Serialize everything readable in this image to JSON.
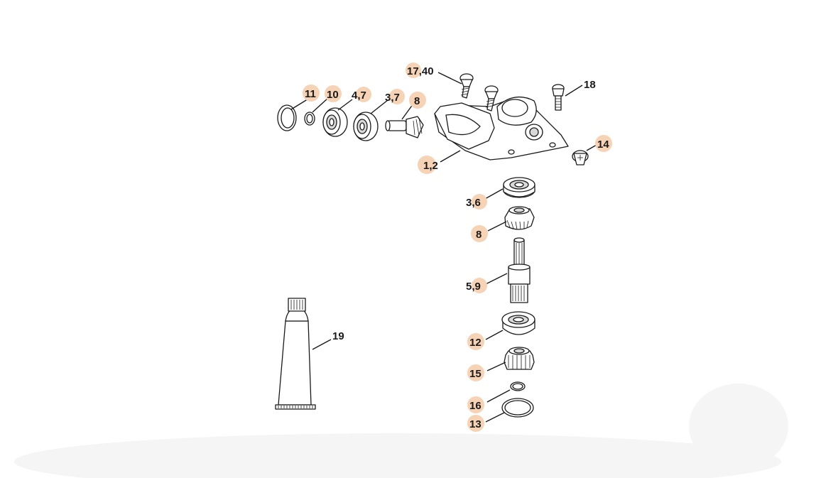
{
  "colors": {
    "callout_highlight": "#f7d3b6",
    "line": "#1a1a1a",
    "background": "#ffffff"
  },
  "callouts": {
    "c_17_40": {
      "hl": "17",
      "sep": ",",
      "rest": "40"
    },
    "c_18": {
      "hl": "",
      "sep": "",
      "rest": "18"
    },
    "c_11": {
      "hl": "11",
      "sep": "",
      "rest": ""
    },
    "c_10": {
      "hl": "10",
      "sep": "",
      "rest": ""
    },
    "c_4_7": {
      "hl": "4",
      "sep": ",",
      "rest": "7"
    },
    "c_3_7": {
      "hl": "3",
      "sep": ",",
      "rest": "7"
    },
    "c_8_top": {
      "hl": "8",
      "sep": "",
      "rest": ""
    },
    "c_1_2": {
      "hl": "1",
      "sep": ",",
      "rest": "2"
    },
    "c_14": {
      "hl": "14",
      "sep": "",
      "rest": ""
    },
    "c_3_6": {
      "hl": "3",
      "sep": ",",
      "rest": "6"
    },
    "c_8": {
      "hl": "8",
      "sep": "",
      "rest": ""
    },
    "c_5_9": {
      "hl": "5",
      "sep": ",",
      "rest": "9"
    },
    "c_19": {
      "hl": "",
      "sep": "",
      "rest": "19"
    },
    "c_12": {
      "hl": "12",
      "sep": "",
      "rest": ""
    },
    "c_15": {
      "hl": "15",
      "sep": "",
      "rest": ""
    },
    "c_16": {
      "hl": "16",
      "sep": "",
      "rest": ""
    },
    "c_13": {
      "hl": "13",
      "sep": "",
      "rest": ""
    }
  }
}
